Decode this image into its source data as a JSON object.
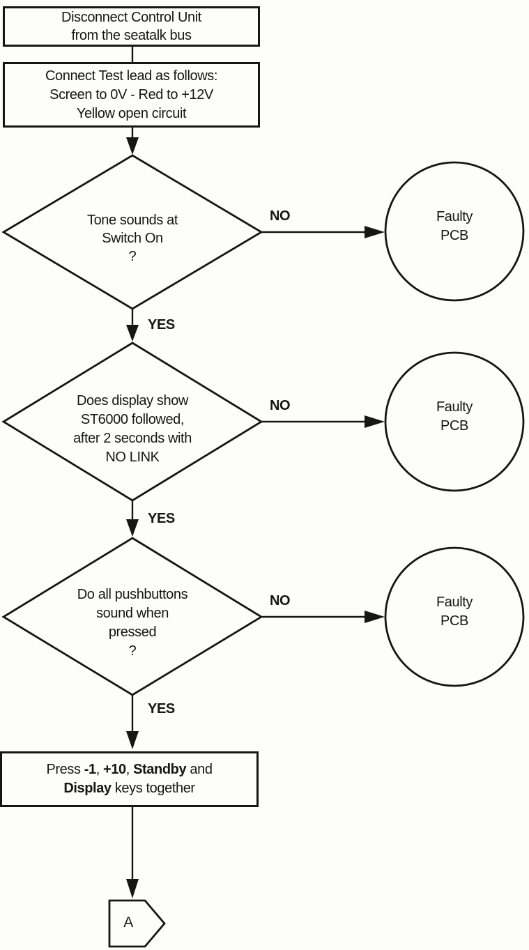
{
  "page": {
    "background_color": "#fdfdfc",
    "ink_color": "#161616"
  },
  "flowchart": {
    "process_boxes": [
      {
        "lines": [
          "Disconnect Control Unit",
          "from the seatalk bus"
        ]
      },
      {
        "lines": [
          "Connect Test lead as follows:",
          "Screen to 0V - Red to +12V",
          "Yellow open circuit"
        ]
      }
    ],
    "decisions": [
      {
        "lines": [
          "Tone sounds at",
          "Switch On",
          "?"
        ],
        "no_label": "NO",
        "yes_label": "YES"
      },
      {
        "lines": [
          "Does display show",
          "ST6000 followed,",
          "after 2 seconds with",
          "NO LINK"
        ],
        "no_label": "NO",
        "yes_label": "YES"
      },
      {
        "lines": [
          "Do all pushbuttons",
          "sound when",
          "pressed",
          "?"
        ],
        "no_label": "NO",
        "yes_label": "YES"
      }
    ],
    "result_circles": [
      {
        "lines": [
          "Faulty",
          "PCB"
        ]
      },
      {
        "lines": [
          "Faulty",
          "PCB"
        ]
      },
      {
        "lines": [
          "Faulty",
          "PCB"
        ]
      }
    ],
    "action_box": {
      "line1": {
        "t0": "Press ",
        "b0": "-1",
        "t1": ", ",
        "b1": "+10",
        "t2": ", ",
        "b2": "Standby",
        "t3": " and"
      },
      "line2": {
        "b0": "Display",
        "t0": " keys together"
      }
    },
    "offpage_connector": {
      "label": "A"
    }
  }
}
